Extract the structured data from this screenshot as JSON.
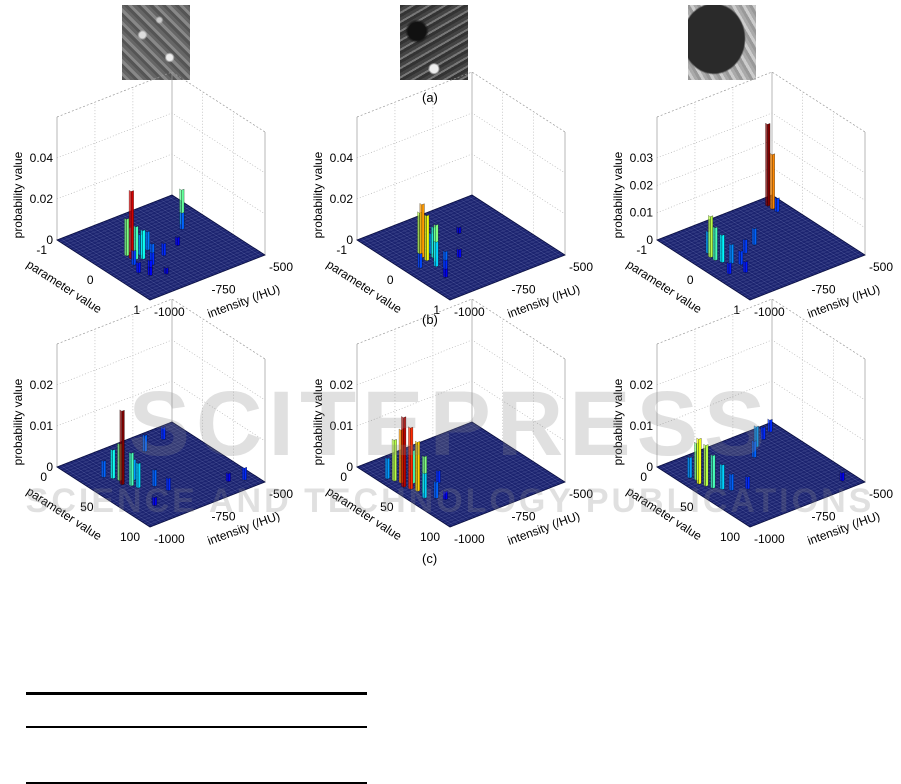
{
  "watermark": {
    "line1": "SCITEPRESS",
    "line2": "SCIENCE AND TECHNOLOGY PUBLICATIONS"
  },
  "captions": {
    "a": "(a)",
    "b": "(b)",
    "c": "(c)"
  },
  "chart_data": [
    {
      "type": "bar3d",
      "row": "b",
      "zlabel": "probability value",
      "ulabel": "parameter value",
      "vlabel": "intensity (/HU)",
      "zticks": [
        "0",
        "0.02",
        "0.04"
      ],
      "zmax": 0.06,
      "utick_labels": [
        "-1",
        "0",
        "1"
      ],
      "vtick_labels": [
        "-1000",
        "-750",
        "-500"
      ],
      "urange": [
        -1,
        1
      ],
      "vrange": [
        -1000,
        -500
      ],
      "bars": [
        [
          0.0,
          -880,
          0.033
        ],
        [
          -0.1,
          -880,
          0.018
        ],
        [
          0.05,
          -870,
          0.016
        ],
        [
          -0.15,
          -860,
          0.012
        ],
        [
          0.1,
          -850,
          0.014
        ],
        [
          0.0,
          -840,
          0.01
        ],
        [
          0.2,
          -830,
          0.008
        ],
        [
          0.3,
          -850,
          0.006
        ],
        [
          0.4,
          -880,
          0.005
        ],
        [
          0.5,
          -900,
          0.004
        ],
        [
          0.2,
          -780,
          0.006
        ],
        [
          0.1,
          -700,
          0.004
        ],
        [
          -0.3,
          -600,
          0.017
        ],
        [
          -0.2,
          -620,
          0.008
        ],
        [
          0.6,
          -850,
          0.003
        ],
        [
          0.35,
          -920,
          0.005
        ],
        [
          -0.05,
          -800,
          0.009
        ],
        [
          0.15,
          -900,
          0.007
        ]
      ]
    },
    {
      "type": "bar3d",
      "row": "b",
      "zlabel": "probability value",
      "ulabel": "parameter value",
      "vlabel": "intensity (/HU)",
      "zticks": [
        "0",
        "0.02",
        "0.04"
      ],
      "zmax": 0.06,
      "utick_labels": [
        "-1",
        "0",
        "1"
      ],
      "vtick_labels": [
        "-1000",
        "-750",
        "-500"
      ],
      "urange": [
        -1,
        1
      ],
      "vrange": [
        -1000,
        -500
      ],
      "bars": [
        [
          -0.1,
          -900,
          0.026
        ],
        [
          0.0,
          -900,
          0.022
        ],
        [
          -0.2,
          -890,
          0.02
        ],
        [
          0.1,
          -880,
          0.018
        ],
        [
          0.0,
          -870,
          0.015
        ],
        [
          0.2,
          -900,
          0.012
        ],
        [
          -0.1,
          -860,
          0.01
        ],
        [
          0.3,
          -880,
          0.008
        ],
        [
          0.4,
          -900,
          0.006
        ],
        [
          0.5,
          -920,
          0.004
        ],
        [
          0.2,
          -800,
          0.004
        ],
        [
          -0.3,
          -700,
          0.003
        ],
        [
          0.1,
          -950,
          0.007
        ]
      ]
    },
    {
      "type": "bar3d",
      "row": "b",
      "zlabel": "probability value",
      "ulabel": "parameter value",
      "vlabel": "intensity (/HU)",
      "zticks": [
        "0",
        "0.01",
        "0.02",
        "0.03"
      ],
      "zmax": 0.045,
      "utick_labels": [
        "-1",
        "0",
        "1"
      ],
      "vtick_labels": [
        "-1000",
        "-750",
        "-500"
      ],
      "urange": [
        -1,
        1
      ],
      "vrange": [
        -1000,
        -500
      ],
      "bars": [
        [
          -0.2,
          -930,
          0.015
        ],
        [
          -0.1,
          -930,
          0.012
        ],
        [
          0.0,
          -920,
          0.01
        ],
        [
          -0.3,
          -920,
          0.008
        ],
        [
          0.1,
          -900,
          0.007
        ],
        [
          0.2,
          -880,
          0.005
        ],
        [
          0.0,
          -820,
          0.005
        ],
        [
          -0.1,
          -760,
          0.006
        ],
        [
          0.3,
          -950,
          0.004
        ],
        [
          -0.8,
          -560,
          0.03
        ],
        [
          -0.7,
          -560,
          0.02
        ],
        [
          -0.6,
          -560,
          0.005
        ],
        [
          0.4,
          -900,
          0.004
        ]
      ]
    },
    {
      "type": "bar3d",
      "row": "c",
      "zlabel": "probability value",
      "ulabel": "parameter value",
      "vlabel": "intensity (/HU)",
      "zticks": [
        "0",
        "0.01",
        "0.02"
      ],
      "zmax": 0.03,
      "utick_labels": [
        "0",
        "50",
        "100"
      ],
      "vtick_labels": [
        "-1000",
        "-750",
        "-500"
      ],
      "urange": [
        0,
        100
      ],
      "vrange": [
        -1000,
        -500
      ],
      "bars": [
        [
          45,
          -900,
          0.018
        ],
        [
          40,
          -890,
          0.009
        ],
        [
          50,
          -880,
          0.008
        ],
        [
          35,
          -900,
          0.007
        ],
        [
          55,
          -870,
          0.006
        ],
        [
          45,
          -850,
          0.005
        ],
        [
          30,
          -920,
          0.004
        ],
        [
          60,
          -820,
          0.004
        ],
        [
          20,
          -700,
          0.004
        ],
        [
          15,
          -600,
          0.003
        ],
        [
          70,
          -800,
          0.003
        ],
        [
          80,
          -900,
          0.002
        ],
        [
          90,
          -550,
          0.003
        ],
        [
          85,
          -600,
          0.002
        ]
      ]
    },
    {
      "type": "bar3d",
      "row": "c",
      "zlabel": "probability value",
      "ulabel": "parameter value",
      "vlabel": "intensity (/HU)",
      "zticks": [
        "0",
        "0.01",
        "0.02"
      ],
      "zmax": 0.03,
      "utick_labels": [
        "0",
        "50",
        "100"
      ],
      "vtick_labels": [
        "-1000",
        "-750",
        "-500"
      ],
      "urange": [
        0,
        100
      ],
      "vrange": [
        -1000,
        -500
      ],
      "bars": [
        [
          40,
          -960,
          0.017
        ],
        [
          45,
          -950,
          0.015
        ],
        [
          35,
          -950,
          0.013
        ],
        [
          50,
          -940,
          0.012
        ],
        [
          30,
          -960,
          0.01
        ],
        [
          55,
          -930,
          0.009
        ],
        [
          40,
          -920,
          0.008
        ],
        [
          60,
          -950,
          0.006
        ],
        [
          25,
          -970,
          0.005
        ],
        [
          65,
          -920,
          0.004
        ],
        [
          50,
          -850,
          0.003
        ],
        [
          70,
          -900,
          0.002
        ]
      ]
    },
    {
      "type": "bar3d",
      "row": "c",
      "zlabel": "probability value",
      "ulabel": "parameter value",
      "vlabel": "intensity (/HU)",
      "zticks": [
        "0",
        "0.01",
        "0.02"
      ],
      "zmax": 0.03,
      "utick_labels": [
        "0",
        "50",
        "100"
      ],
      "vtick_labels": [
        "-1000",
        "-750",
        "-500"
      ],
      "urange": [
        0,
        100
      ],
      "vrange": [
        -1000,
        -500
      ],
      "bars": [
        [
          35,
          -960,
          0.011
        ],
        [
          40,
          -950,
          0.01
        ],
        [
          30,
          -950,
          0.009
        ],
        [
          45,
          -940,
          0.008
        ],
        [
          50,
          -920,
          0.006
        ],
        [
          25,
          -960,
          0.005
        ],
        [
          55,
          -900,
          0.004
        ],
        [
          30,
          -700,
          0.004
        ],
        [
          20,
          -650,
          0.005
        ],
        [
          15,
          -600,
          0.003
        ],
        [
          10,
          -550,
          0.003
        ],
        [
          60,
          -850,
          0.003
        ],
        [
          90,
          -560,
          0.002
        ]
      ]
    }
  ]
}
